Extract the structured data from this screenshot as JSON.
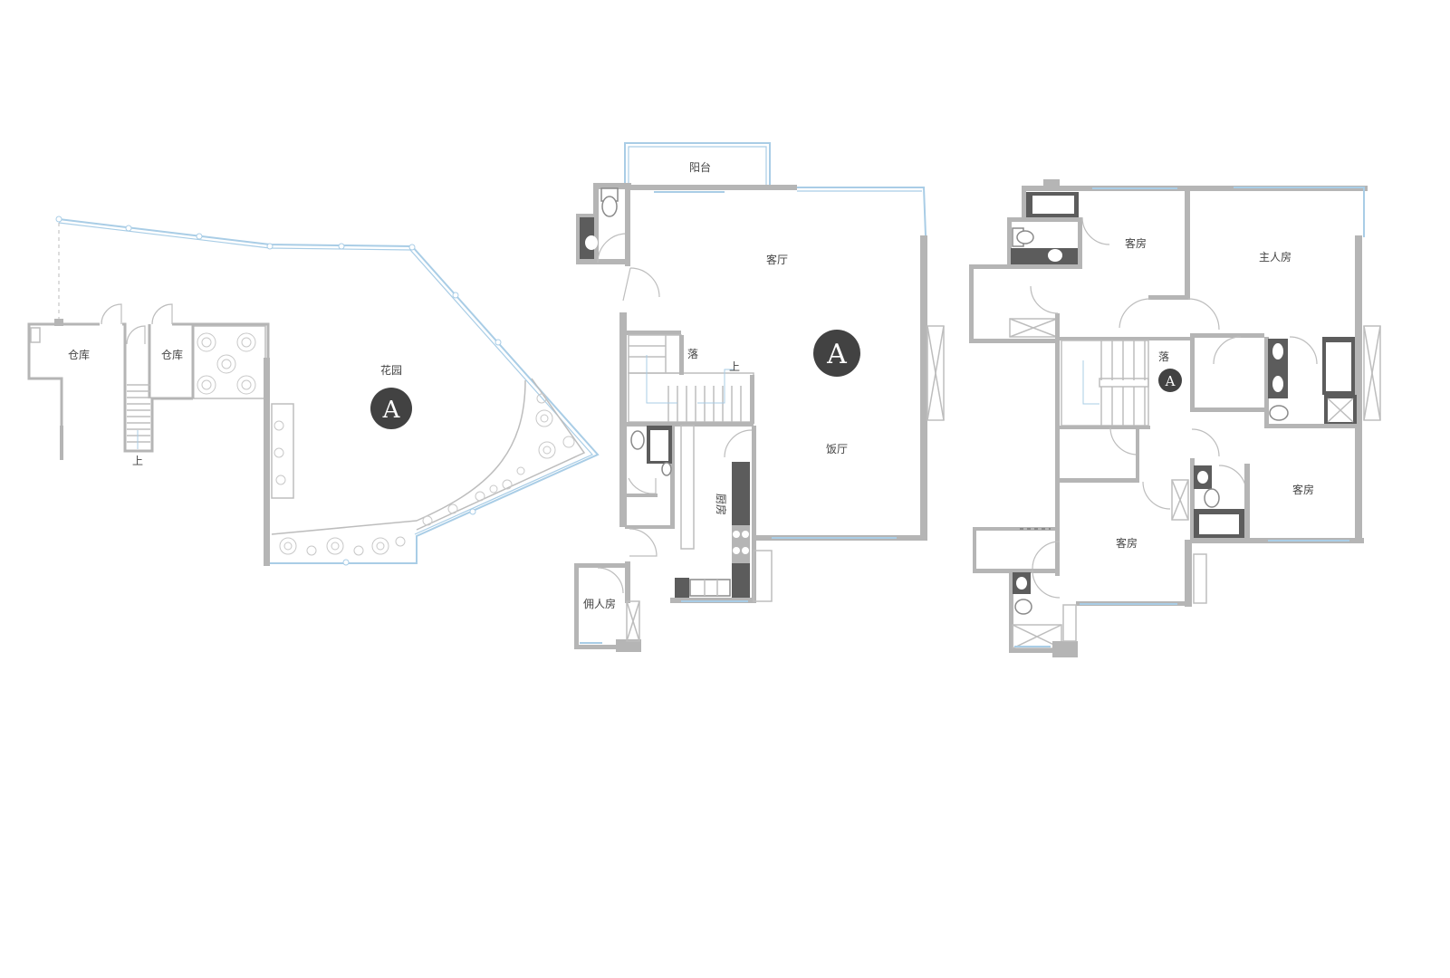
{
  "floor_1": {
    "badge": "A",
    "rooms": {
      "storage_left": "仓库",
      "storage_right": "仓库",
      "garden": "花园",
      "stairs_up": "上"
    }
  },
  "floor_2": {
    "badge": "A",
    "rooms": {
      "balcony": "阳台",
      "living_room": "客厅",
      "void": "落",
      "stairs_up": "上",
      "dining_room": "饭厅",
      "kitchen": "厨房",
      "maid_room": "佣人房"
    }
  },
  "floor_3": {
    "badge": "A",
    "rooms": {
      "guest_room_top": "客房",
      "master_bedroom": "主人房",
      "void": "落",
      "guest_room_right": "客房",
      "guest_room_bottom": "客房"
    }
  },
  "colors": {
    "wall": "#b5b5b5",
    "glass": "#a9cde6",
    "fixture": "#5c5c5c",
    "badge": "#424242"
  }
}
